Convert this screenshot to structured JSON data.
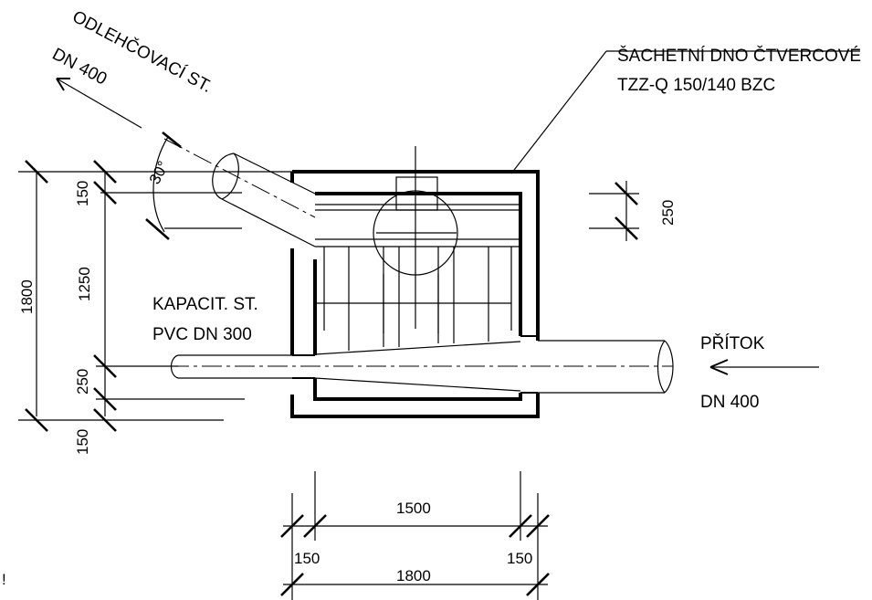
{
  "labels": {
    "overflow_line1": "ODLEHČOVACÍ ST.",
    "overflow_line2": "DN 400",
    "angle": "30°",
    "chamber_bottom_line1": "ŠACHETNÍ DNO ČTVERCOVÉ",
    "chamber_bottom_line2": "TZZ-Q 150/140 BZC",
    "capacity_line1": "KAPACIT. ST.",
    "capacity_line2": "PVC DN 300",
    "inflow_line1": "PŘÍTOK",
    "inflow_line2": "DN 400",
    "stray_mark": "!"
  },
  "dimensions": {
    "left_total": "1800",
    "left_top_wall": "150",
    "left_inner": "1250",
    "left_lower": "250",
    "left_bottom_wall": "150",
    "right_step": "250",
    "bottom_inner": "1500",
    "bottom_wall_left": "150",
    "bottom_wall_right": "150",
    "bottom_total": "1800"
  }
}
